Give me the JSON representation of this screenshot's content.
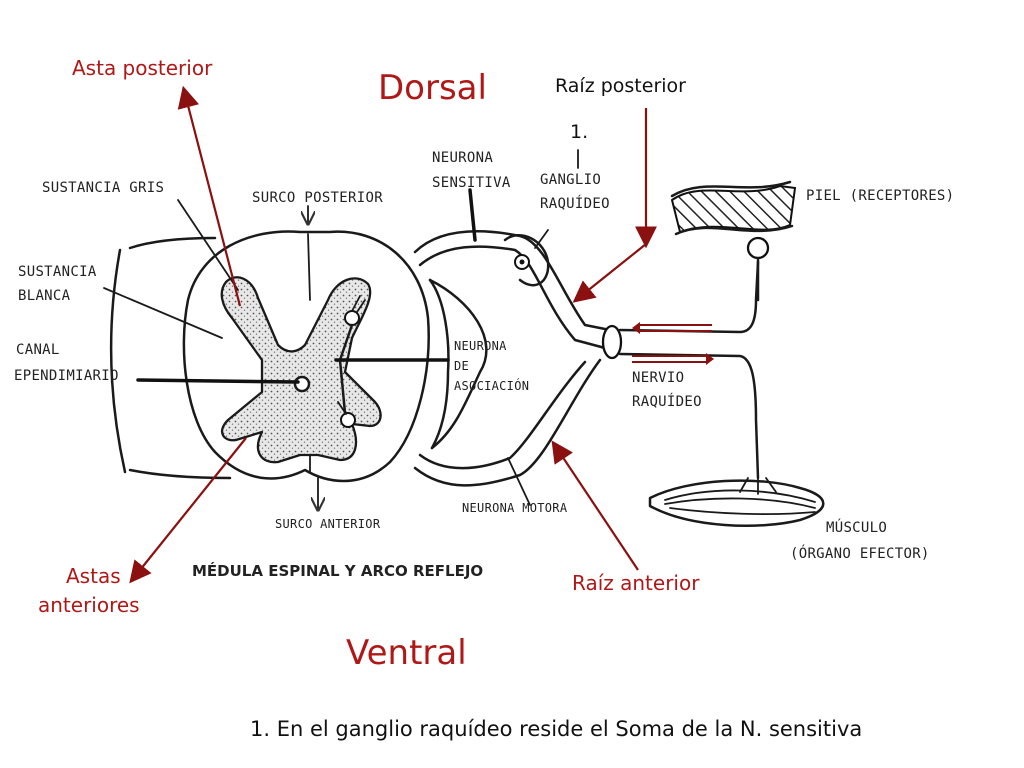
{
  "labels": {
    "dorsal": "Dorsal",
    "ventral": "Ventral",
    "asta_posterior": "Asta posterior",
    "astas_anteriores_line1": "Astas",
    "astas_anteriores_line2": "anteriores",
    "raiz_posterior": "Raíz posterior",
    "raiz_anterior": "Raíz anterior",
    "marker_1": "1.",
    "footnote": "1. En el ganglio raquídeo reside el Soma de la N. sensitiva"
  },
  "drawing_labels": {
    "sustancia_gris": "SUSTANCIA GRIS",
    "sustancia_blanca_1": "SUSTANCIA",
    "sustancia_blanca_2": "BLANCA",
    "canal_1": "CANAL",
    "canal_2": "EPENDIMIARIO",
    "surco_posterior": "SURCO POSTERIOR",
    "surco_anterior": "SURCO ANTERIOR",
    "neurona_sensitiva_1": "NEURONA",
    "neurona_sensitiva_2": "SENSITIVA",
    "ganglio_1": "GANGLIO",
    "ganglio_2": "RAQUÍDEO",
    "piel": "PIEL (RECEPTORES)",
    "neurona_asociacion_1": "NEURONA",
    "neurona_asociacion_2": "DE",
    "neurona_asociacion_3": "ASOCIACIÓN",
    "nervio_1": "NERVIO",
    "nervio_2": "RAQUÍDEO",
    "neurona_motora": "NEURONA MOTORA",
    "musculo_1": "MÚSCULO",
    "musculo_2": "(ÓRGANO EFECTOR)",
    "title": "MÉDULA ESPINAL Y ARCO REFLEJO"
  },
  "colors": {
    "annotation_red": "#b01818",
    "arrow_red": "#8b1010",
    "ink": "#1a1a1a"
  }
}
